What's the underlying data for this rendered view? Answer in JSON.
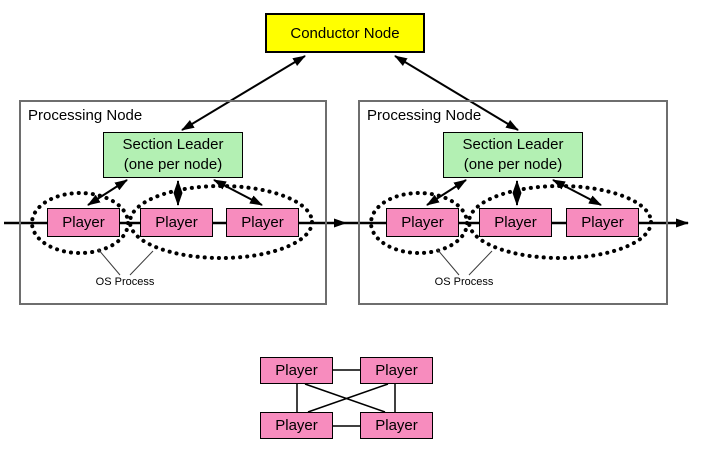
{
  "conductor": {
    "label": "Conductor Node"
  },
  "processing_nodes": [
    {
      "title": "Processing Node",
      "section_leader": {
        "line1": "Section Leader",
        "line2": "(one per node)"
      },
      "players": [
        {
          "label": "Player"
        },
        {
          "label": "Player"
        },
        {
          "label": "Player"
        }
      ],
      "os_process_label": "OS Process"
    },
    {
      "title": "Processing Node",
      "section_leader": {
        "line1": "Section Leader",
        "line2": "(one per node)"
      },
      "players": [
        {
          "label": "Player"
        },
        {
          "label": "Player"
        },
        {
          "label": "Player"
        }
      ],
      "os_process_label": "OS Process"
    }
  ],
  "bottom_cluster": {
    "players": [
      {
        "label": "Player"
      },
      {
        "label": "Player"
      },
      {
        "label": "Player"
      },
      {
        "label": "Player"
      }
    ]
  },
  "colors": {
    "conductor_fill": "#FFFF00",
    "section_leader_fill": "#B3F0B3",
    "player_fill": "#F78CBE",
    "node_border": "#6E6E6E",
    "line": "#000000"
  }
}
